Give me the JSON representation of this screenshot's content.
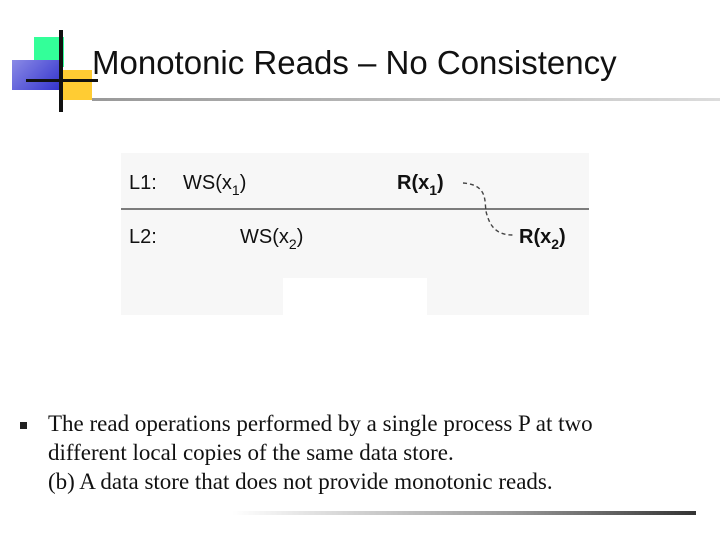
{
  "slide": {
    "title": "Monotonic Reads – No Consistency",
    "figure": {
      "row1": {
        "label": "L1:",
        "op_write": "WS(x",
        "op_write_sub": "1",
        "op_read": "R(x",
        "op_read_sub": "1"
      },
      "row2": {
        "label": "L2:",
        "op_write": "WS(x",
        "op_write_sub": "2",
        "op_read": "R(x",
        "op_read_sub": "2"
      }
    },
    "bullet": {
      "lines": [
        "The read operations performed by a single process P at two",
        "different local copies of the same data store.",
        "(b) A data store that does not provide monotonic reads."
      ]
    },
    "colors": {
      "green": "#33ff99",
      "yellow": "#ffcc33",
      "blue": "#3333cc"
    }
  }
}
